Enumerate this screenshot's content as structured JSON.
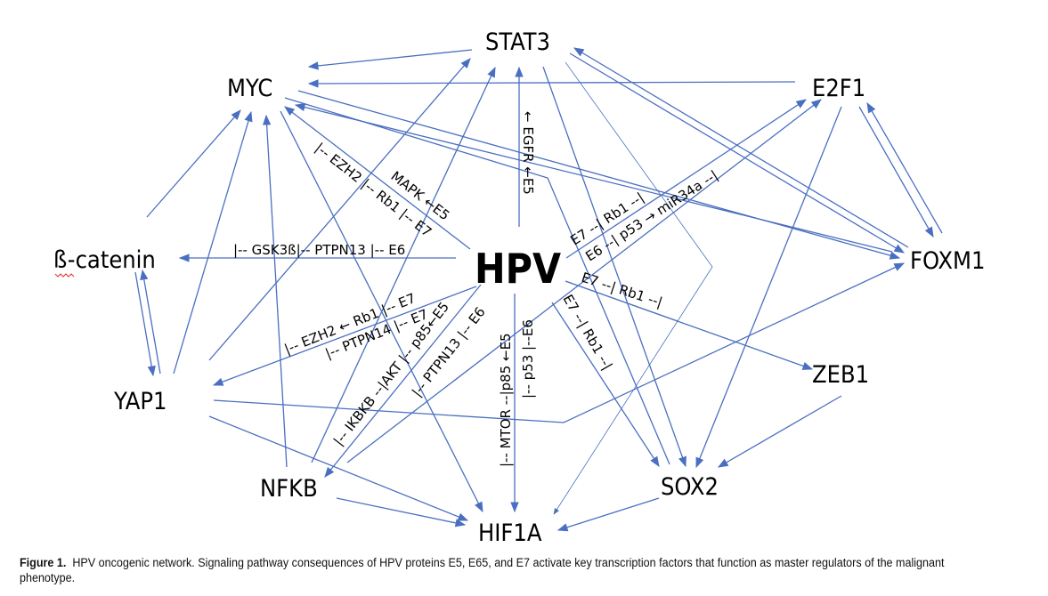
{
  "nodes": {
    "stat3": "STAT3",
    "myc": "MYC",
    "e2f1": "E2F1",
    "bcatenin": "ß-catenin",
    "hpv": "HPV",
    "foxm1": "FOXM1",
    "zeb1": "ZEB1",
    "yap1": "YAP1",
    "nfkb": "NFKB",
    "sox2": "SOX2",
    "hif1a": "HIF1A"
  },
  "labels": {
    "egfr": "← EGFR ←E5",
    "ezh2_myc": "|-- EZH2 |-- Rb1 |-- E7",
    "mapk": "MAPK ←E5",
    "gsk": "|-- GSK3ß|-- PTPN13 |-- E6",
    "ezh2_yap": "|-- EZH2 ← Rb1 |-- E7",
    "ptpn14": "|-- PTPN14 |-- E7",
    "ikbkb": "|-- IKBKB --|AKT |-- p85←E5",
    "ptpn13": "|-- PTPN13 |-- E6",
    "mtor": "|-- MTOR --|p85 ←E5",
    "p53_hif": "|-- p53 |--E6",
    "e7_rb1_e2f1": "E7 --| Rb1 --|",
    "e6_p53": "E6 --| p53 → miR34a --|",
    "e7_rb1_zeb": "E7 --| Rb1 --|",
    "e7_rb1_sox": "E7 --| Rb1 --|"
  },
  "caption": {
    "label": "Figure 1.",
    "text": "HPV oncogenic network.  Signaling pathway consequences of HPV proteins E5, E65, and E7 activate key transcription factors that function as master regulators of the malignant phenotype."
  },
  "colors": {
    "edge": "#4a6fc0"
  }
}
